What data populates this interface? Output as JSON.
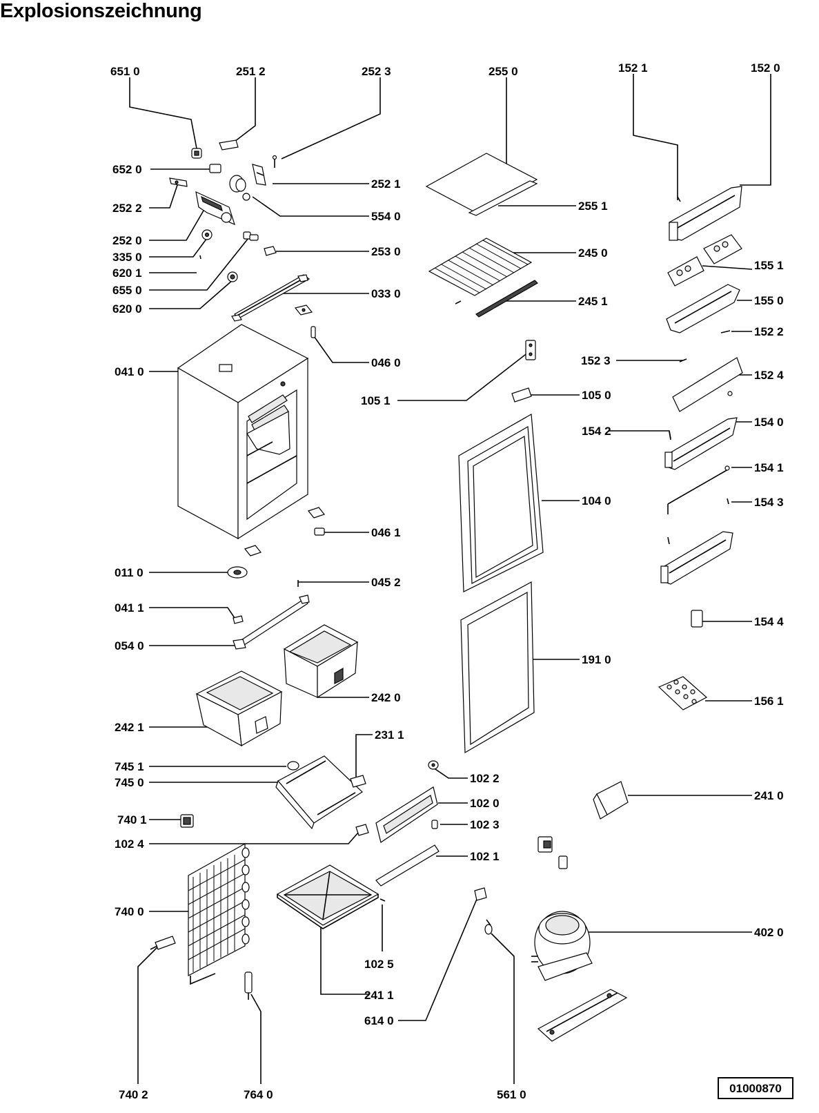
{
  "title": "Explosionszeichnung",
  "doc_number": "01000870",
  "labels": {
    "p6510": "651 0",
    "p2512": "251 2",
    "p2523": "252 3",
    "p2550": "255 0",
    "p1521": "152 1",
    "p1520": "152 0",
    "p6520": "652 0",
    "p2521": "252 1",
    "p2522": "252 2",
    "p5540": "554 0",
    "p2551": "255 1",
    "p2520": "252 0",
    "p3350": "335 0",
    "p6201": "620 1",
    "p2530": "253 0",
    "p2450": "245 0",
    "p1551": "155 1",
    "p6550": "655 0",
    "p6200": "620 0",
    "p0330": "033 0",
    "p1550": "155 0",
    "p2451": "245 1",
    "p1522": "152 2",
    "p0410": "041 0",
    "p0460": "046 0",
    "p1523": "152 3",
    "p1524": "152 4",
    "p1051": "105 1",
    "p1050": "105 0",
    "p1542": "154 2",
    "p1540": "154 0",
    "p1541": "154 1",
    "p1040": "104 0",
    "p1543": "154 3",
    "p0461": "046 1",
    "p0110": "011 0",
    "p0452": "045 2",
    "p0411": "041 1",
    "p1544": "154 4",
    "p0540": "054 0",
    "p1910": "191 0",
    "p2420": "242 0",
    "p1561": "156 1",
    "p2421": "242 1",
    "p2311": "231 1",
    "p7451": "745 1",
    "p7450": "745 0",
    "p1022": "102 2",
    "p2410": "241 0",
    "p1020": "102 0",
    "p7401": "740 1",
    "p1023": "102 3",
    "p1024": "102 4",
    "p1021": "102 1",
    "p7400": "740 0",
    "p4020": "402 0",
    "p1025": "102 5",
    "p2411": "241 1",
    "p6140": "614 0",
    "p7402": "740 2",
    "p7640": "764 0",
    "p5610": "561 0"
  }
}
